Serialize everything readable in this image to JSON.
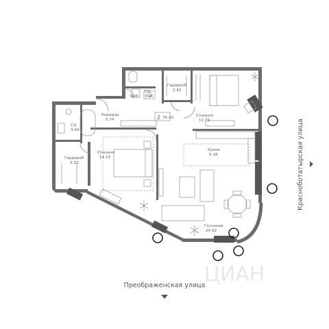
{
  "apartment": {
    "rooms_count": "2",
    "total_area": "76.20"
  },
  "rooms": {
    "corridor": {
      "name": "Коридор",
      "area": "5.74"
    },
    "wc_top": {
      "name": "С/у",
      "area": "3.96"
    },
    "wardrobe_top": {
      "name": "Гардероб",
      "area": "2.42"
    },
    "bedroom_top": {
      "name": "Спальня",
      "area": "11.79"
    },
    "wc_left": {
      "name": "С/у",
      "area": "3.94"
    },
    "wardrobe_left": {
      "name": "Гардероб",
      "area": "3.32"
    },
    "bedroom_main": {
      "name": "Спальня",
      "area": "14.33"
    },
    "kitchen": {
      "name": "Кухня",
      "area": "6.18"
    },
    "living": {
      "name": "Гостиная",
      "area": "24.92"
    },
    "washer": {
      "name": "W/D"
    }
  },
  "streets": {
    "bottom": "Преображенская улица",
    "right": "Красноботатырская улица"
  },
  "watermark": "ЦИАН",
  "icons": {
    "arrow": "triangle-down-icon",
    "window_marker": "circle-icon",
    "plant": "plant-icon"
  }
}
